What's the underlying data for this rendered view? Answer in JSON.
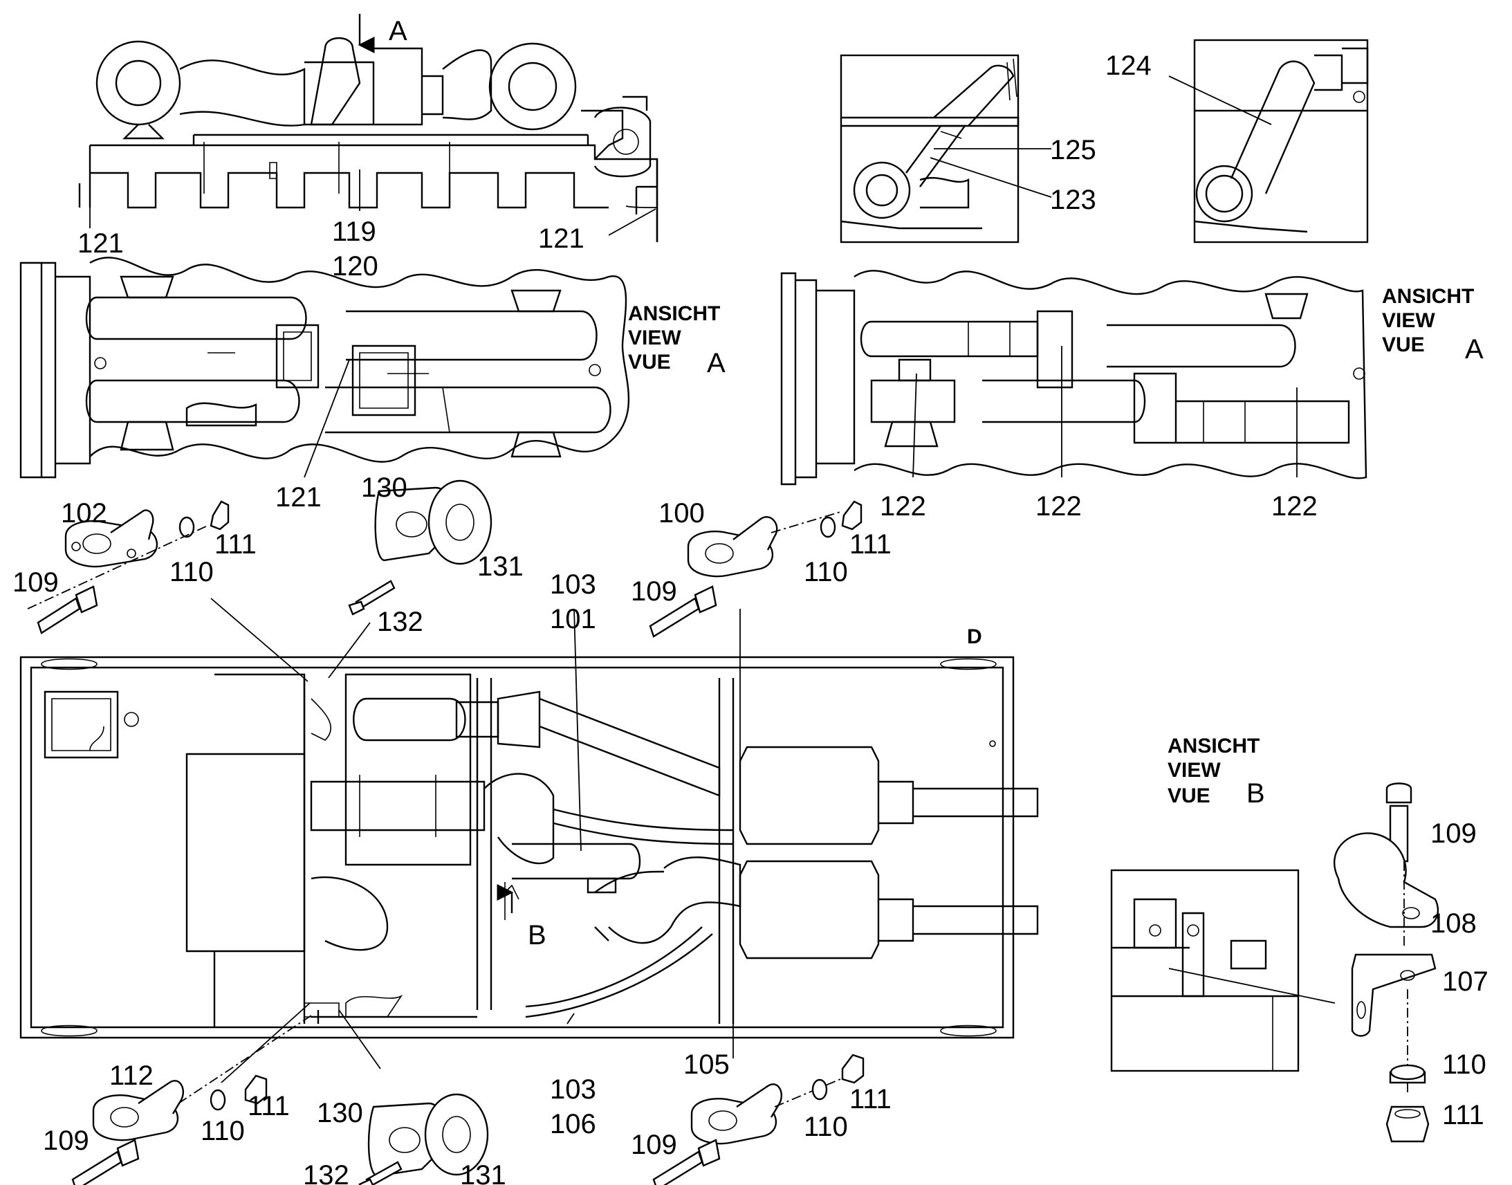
{
  "view_label": {
    "line1": "ANSICHT",
    "line2": "VIEW",
    "line3": "VUE"
  },
  "view_letters": {
    "a": "A",
    "b": "B",
    "d": "D"
  },
  "callouts": {
    "c100": "100",
    "c101": "101",
    "c102": "102",
    "c103": "103",
    "c105": "105",
    "c106": "106",
    "c107": "107",
    "c108": "108",
    "c109": "109",
    "c110": "110",
    "c111": "111",
    "c112": "112",
    "c119": "119",
    "c120": "120",
    "c121": "121",
    "c122": "122",
    "c123": "123",
    "c124": "124",
    "c125": "125",
    "c130": "130",
    "c131": "131",
    "c132": "132"
  }
}
